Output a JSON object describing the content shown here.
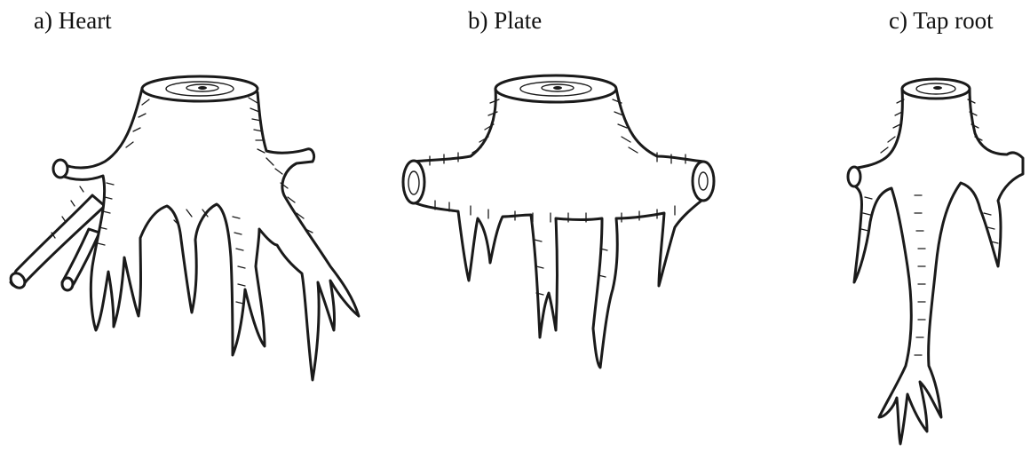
{
  "figure": {
    "panels": [
      {
        "id": "a",
        "caption": "a) Heart"
      },
      {
        "id": "b",
        "caption": "b) Plate"
      },
      {
        "id": "c",
        "caption": "c) Tap root"
      }
    ],
    "ink_color": "#1a1a1a",
    "background_color": "#ffffff"
  }
}
